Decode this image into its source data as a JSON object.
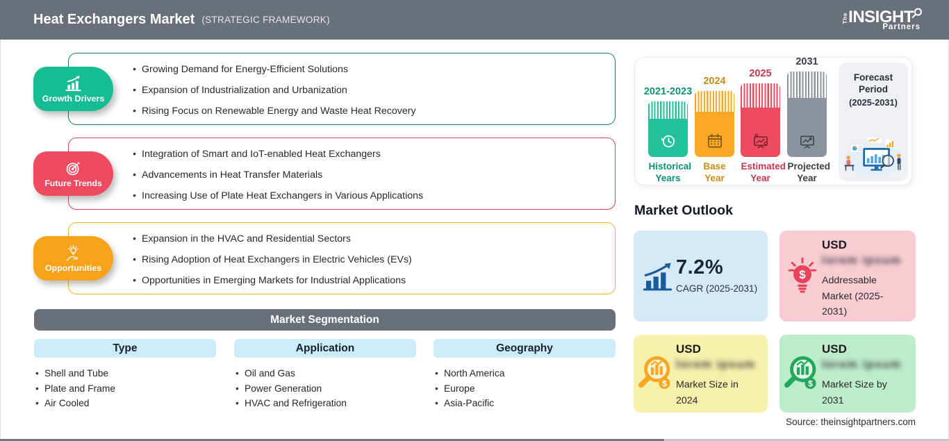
{
  "header": {
    "title": "Heat Exchangers Market",
    "subtitle": "(STRATEGIC FRAMEWORK)",
    "logo": {
      "the": "The",
      "insight": "INSIGHT",
      "partners": "Partners"
    }
  },
  "framework": {
    "rows": [
      {
        "label": "Growth Drivers",
        "icon": "growth-chart-icon",
        "pill_color": "#17bd92",
        "border_color": "#1e7e63",
        "bullets": [
          "Growing Demand for Energy-Efficient Solutions",
          "Expansion of Industrialization and Urbanization",
          "Rising Focus on Renewable Energy and Waste Heat Recovery"
        ]
      },
      {
        "label": "Future Trends",
        "icon": "target-icon",
        "pill_color": "#ee4a60",
        "border_color": "#d84056",
        "bullets": [
          "Integration of Smart and IoT-enabled Heat Exchangers",
          "Advancements in Heat Transfer Materials",
          "Increasing Use of Plate Heat Exchangers in Various Applications"
        ]
      },
      {
        "label": "Opportunities",
        "icon": "lightbulb-hand-icon",
        "pill_color": "#f7a21b",
        "border_color": "#f4b223",
        "bullets": [
          "Expansion in the HVAC and Residential Sectors",
          "Rising Adoption of Heat Exchangers in Electric Vehicles (EVs)",
          "Opportunities in Emerging Markets for Industrial Applications"
        ]
      }
    ]
  },
  "segmentation": {
    "title": "Market Segmentation",
    "columns": [
      {
        "header": "Type",
        "items": [
          "Shell and Tube",
          "Plate and Frame",
          "Air Cooled"
        ]
      },
      {
        "header": "Application",
        "items": [
          "Oil and Gas",
          "Power Generation",
          "HVAC and Refrigeration"
        ]
      },
      {
        "header": "Geography",
        "items": [
          "North America",
          "Europe",
          "Asia-Pacific"
        ]
      }
    ]
  },
  "timeline": {
    "bars": [
      {
        "year": "2021-2023",
        "caption": "Historical Years",
        "color": "#25c19c",
        "label_color": "#108f74",
        "icon": "history-clock-icon"
      },
      {
        "year": "2024",
        "caption": "Base Year",
        "color": "#f9a825",
        "label_color": "#c98c10",
        "icon": "calendar-icon"
      },
      {
        "year": "2025",
        "caption": "Estimated Year",
        "color": "#ee4a60",
        "label_color": "#c13a52",
        "icon": "forecast-board-icon"
      },
      {
        "year": "2031",
        "caption": "Projected Year",
        "color": "#8d939c",
        "label_color": "#3a4047",
        "icon": "projection-screen-icon"
      }
    ],
    "forecast": {
      "title": "Forecast Period",
      "range": "(2025-2031)"
    }
  },
  "outlook": {
    "title": "Market Outlook",
    "cards": [
      {
        "value": "7.2%",
        "caption": "CAGR (2025-2031)",
        "bg": "#d5e9f7",
        "icon": "growth-arrow-icon"
      },
      {
        "currency": "USD",
        "blurred": "lorem ipsum",
        "caption": "Addressable Market (2025-2031)",
        "bg": "#f8ccd3",
        "icon": "bulb-dollar-icon"
      },
      {
        "currency": "USD",
        "blurred": "lorem ipsum",
        "caption": "Market Size in 2024",
        "bg": "#f6f0ad",
        "icon": "magnifier-chart-orange-icon"
      },
      {
        "currency": "USD",
        "blurred": "lorem ipsum",
        "caption": "Market Size by 2031",
        "bg": "#bdeccb",
        "icon": "magnifier-chart-green-icon"
      }
    ],
    "source": "Source: theinsightpartners.com"
  }
}
